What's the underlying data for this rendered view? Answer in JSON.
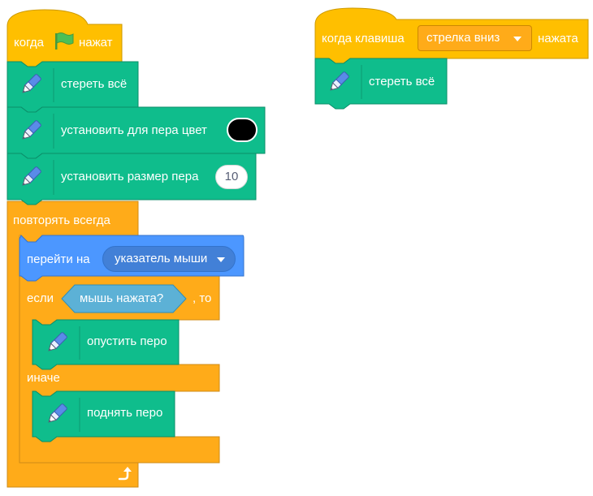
{
  "colors": {
    "events": "#ffbf00",
    "events_border": "#cc9900",
    "control": "#ffab19",
    "control_border": "#cf8b17",
    "pen": "#0fbd8c",
    "pen_border": "#0b8e69",
    "motion": "#4c97ff",
    "motion_border": "#3373cc",
    "sensing": "#5cb1d6",
    "sensing_border": "#2e8eb8",
    "pen_color_value": "#000000"
  },
  "script1": {
    "hat": {
      "text_before": "когда",
      "icon": "green-flag-icon",
      "text_after": "нажат"
    },
    "clear": {
      "label": "стереть всё",
      "icon": "pen-icon"
    },
    "set_color": {
      "label": "установить для пера цвет",
      "icon": "pen-icon"
    },
    "set_size": {
      "label": "установить размер пера",
      "value": "10",
      "icon": "pen-icon"
    },
    "forever": {
      "label": "повторять всегда",
      "end_icon": "repeat-arrow-icon"
    },
    "goto": {
      "label": "перейти на",
      "target": "указатель мыши"
    },
    "if_else": {
      "if_label": "если",
      "condition": "мышь нажата?",
      "then_label": ", то",
      "else_label": "иначе",
      "pen_down": {
        "label": "опустить перо",
        "icon": "pen-icon"
      },
      "pen_up": {
        "label": "поднять перо",
        "icon": "pen-icon"
      }
    }
  },
  "script2": {
    "hat": {
      "text_before": "когда клавиша",
      "key": "стрелка вниз",
      "text_after": "нажата"
    },
    "clear": {
      "label": "стереть всё",
      "icon": "pen-icon"
    }
  }
}
